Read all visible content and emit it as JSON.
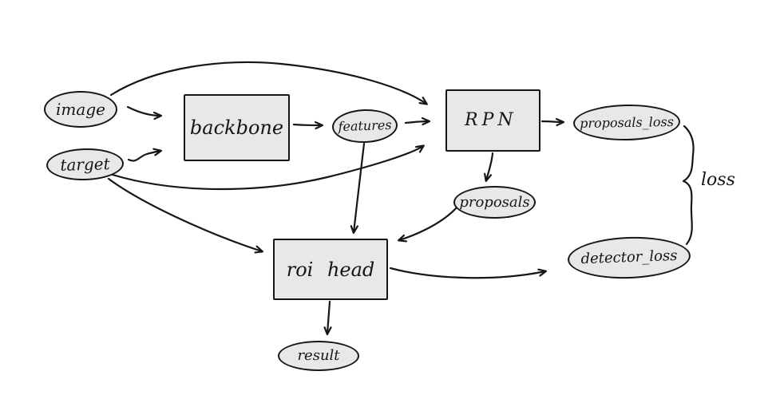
{
  "diagram": {
    "background_color": "#ffffff",
    "node_fill_color": "#e8e8e8",
    "stroke_color": "#161616",
    "nodes": {
      "image": {
        "label": "image",
        "shape": "ellipse"
      },
      "target": {
        "label": "target",
        "shape": "ellipse"
      },
      "backbone": {
        "label": "backbone",
        "shape": "rect"
      },
      "features": {
        "label": "features",
        "shape": "ellipse"
      },
      "rpn": {
        "label": "RPN",
        "shape": "rect"
      },
      "proposals": {
        "label": "proposals",
        "shape": "ellipse"
      },
      "proposals_loss": {
        "label": "proposals_loss",
        "shape": "ellipse"
      },
      "roi_head": {
        "label": "roi head",
        "shape": "rect"
      },
      "detector_loss": {
        "label": "detector_loss",
        "shape": "ellipse"
      },
      "result": {
        "label": "result",
        "shape": "ellipse"
      }
    },
    "loss_label": "loss",
    "edges": [
      {
        "from": "image",
        "to": "backbone"
      },
      {
        "from": "image",
        "to": "rpn"
      },
      {
        "from": "target",
        "to": "backbone"
      },
      {
        "from": "target",
        "to": "rpn"
      },
      {
        "from": "target",
        "to": "roi_head"
      },
      {
        "from": "backbone",
        "to": "features"
      },
      {
        "from": "features",
        "to": "rpn"
      },
      {
        "from": "features",
        "to": "roi_head"
      },
      {
        "from": "rpn",
        "to": "proposals"
      },
      {
        "from": "rpn",
        "to": "proposals_loss"
      },
      {
        "from": "proposals",
        "to": "roi_head"
      },
      {
        "from": "roi_head",
        "to": "detector_loss"
      },
      {
        "from": "roi_head",
        "to": "result"
      },
      {
        "type": "brace",
        "groups": [
          "proposals_loss",
          "detector_loss"
        ],
        "label": "loss"
      }
    ]
  }
}
